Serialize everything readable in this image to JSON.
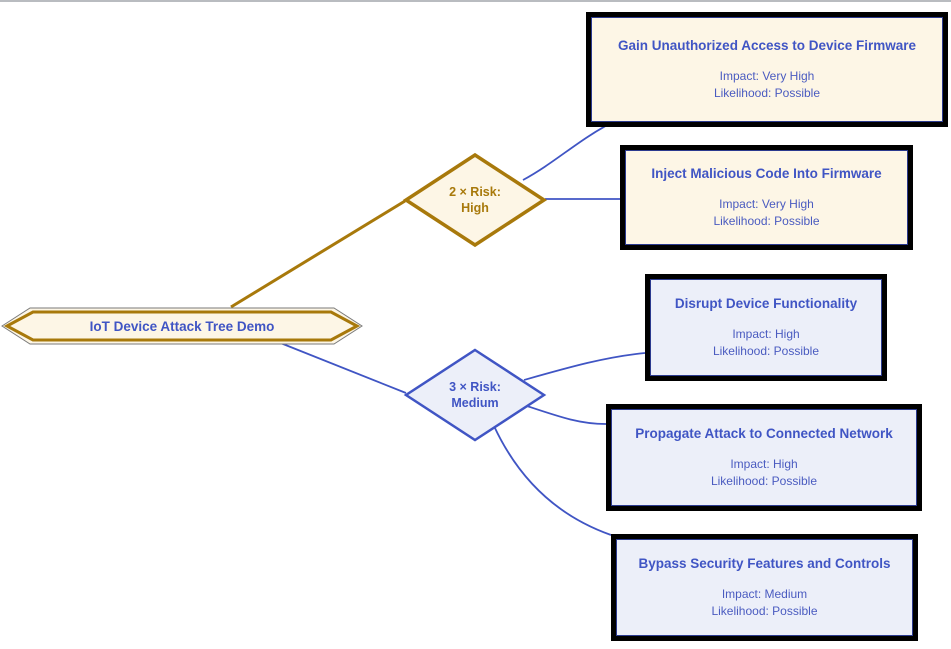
{
  "diagram": {
    "title": "IoT Device Attack Tree Demo",
    "root": {
      "label": "IoT Device Attack Tree Demo",
      "shape": "hexagon",
      "fill": "#fdf6e6",
      "stroke": "#a8790b",
      "text_color": "#4055c4"
    },
    "gates": [
      {
        "id": "gate-high",
        "count_label": "2 × Risk:",
        "risk_label": "High",
        "shape": "diamond",
        "fill": "#fdf6e6",
        "stroke": "#a8790b",
        "text_color": "#a8790b"
      },
      {
        "id": "gate-medium",
        "count_label": "3 × Risk:",
        "risk_label": "Medium",
        "shape": "diamond",
        "fill": "#eceff9",
        "stroke": "#4055c4",
        "text_color": "#4055c4"
      }
    ],
    "leaves": [
      {
        "id": "leaf-firmware-access",
        "title": "Gain Unauthorized Access to Device Firmware",
        "impact": "Impact: Very High",
        "likelihood": "Likelihood: Possible",
        "fill": "#fdf6e6",
        "gate": "gate-high"
      },
      {
        "id": "leaf-inject-code",
        "title": "Inject Malicious Code Into Firmware",
        "impact": "Impact: Very High",
        "likelihood": "Likelihood: Possible",
        "fill": "#fdf6e6",
        "gate": "gate-high"
      },
      {
        "id": "leaf-disrupt-function",
        "title": "Disrupt Device Functionality",
        "impact": "Impact: High",
        "likelihood": "Likelihood: Possible",
        "fill": "#eceff9",
        "gate": "gate-medium"
      },
      {
        "id": "leaf-propagate-network",
        "title": "Propagate Attack to Connected Network",
        "impact": "Impact: High",
        "likelihood": "Likelihood: Possible",
        "fill": "#eceff9",
        "gate": "gate-medium"
      },
      {
        "id": "leaf-bypass-security",
        "title": "Bypass Security Features and Controls",
        "impact": "Impact: Medium",
        "likelihood": "Likelihood: Possible",
        "fill": "#eceff9",
        "gate": "gate-medium"
      }
    ],
    "colors": {
      "gold_stroke": "#a8790b",
      "blue_stroke": "#4055c4",
      "edge_blue": "#4055c4",
      "edge_gold": "#a8790b",
      "box_shadow": "#000000",
      "box_border": "#2b3a8f",
      "canvas_background": "#ffffff"
    }
  }
}
